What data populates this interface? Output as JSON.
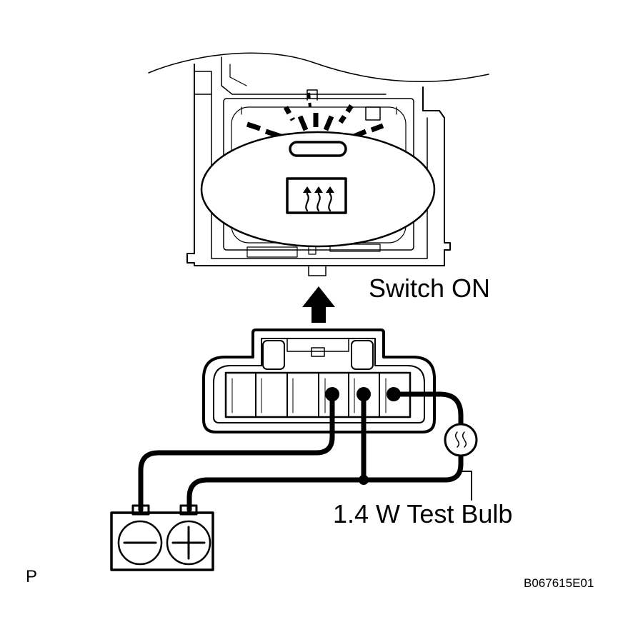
{
  "labels": {
    "switch": "Switch ON",
    "bulb": "1.4 W Test Bulb",
    "corner": "P",
    "figure_code": "B067615E01"
  },
  "colors": {
    "line": "#000000",
    "background": "#ffffff"
  },
  "icons": {
    "switch_symbol": "rear-defogger-icon",
    "battery_negative": "minus-symbol",
    "battery_positive": "plus-symbol"
  }
}
